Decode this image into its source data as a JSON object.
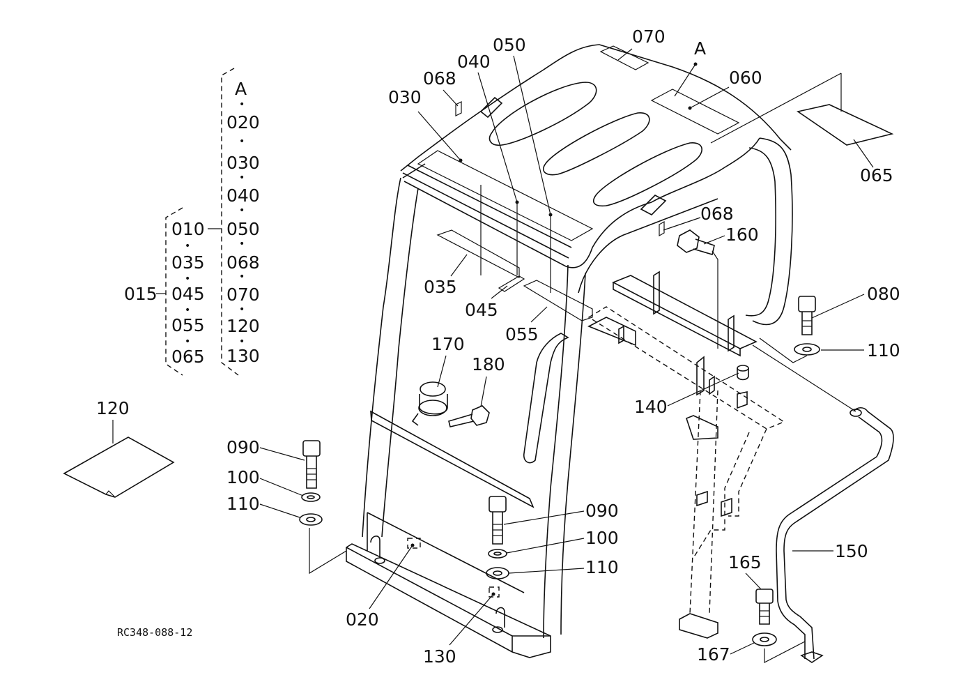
{
  "labels": {
    "p020": "020",
    "p030": "030",
    "p035": "035",
    "p040": "040",
    "p045": "045",
    "p050": "050",
    "p055": "055",
    "p060": "060",
    "p065": "065",
    "p068a": "068",
    "p068b": "068",
    "p070": "070",
    "p080": "080",
    "p090a": "090",
    "p090b": "090",
    "p100a": "100",
    "p100b": "100",
    "p110a": "110",
    "p110b": "110",
    "p110c": "110",
    "p120": "120",
    "p130": "130",
    "p140": "140",
    "p150": "150",
    "p160": "160",
    "p165": "165",
    "p167": "167",
    "p170": "170",
    "p180": "180",
    "pA": "A"
  },
  "kit_a": {
    "label": "A",
    "items": [
      "020",
      "030",
      "040",
      "050",
      "068",
      "070",
      "120",
      "130"
    ]
  },
  "kit_015": {
    "label": "015",
    "items": [
      "010",
      "035",
      "045",
      "055",
      "065"
    ]
  },
  "drawing_code": "RC348-088-12"
}
